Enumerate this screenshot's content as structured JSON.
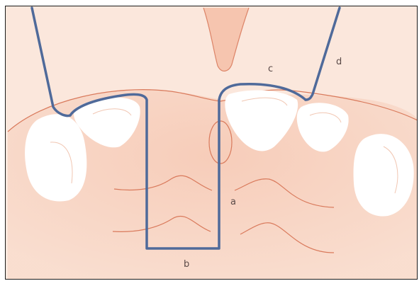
{
  "labels": {
    "a": "a",
    "b": "b",
    "c": "c",
    "d": "d"
  },
  "colors": {
    "background": "#fbe7dc",
    "gum": "#f6c9b4",
    "outline": "#d97a5c",
    "instrument": "#4f6a9a",
    "tooth": "#ffffff"
  }
}
